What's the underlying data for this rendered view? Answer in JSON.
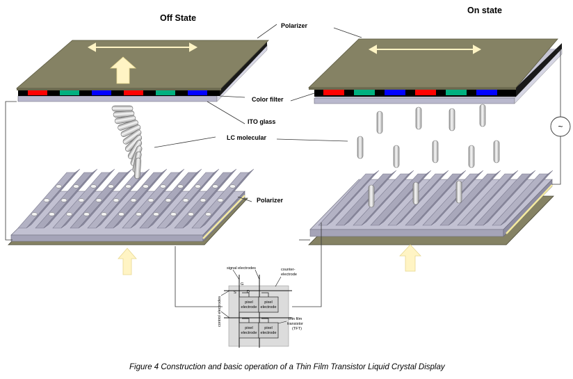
{
  "labels": {
    "off_state": "Off State",
    "on_state": "On state",
    "polarizer_top": "Polarizer",
    "color_filter": "Color filter",
    "ito_glass": "ITO glass",
    "lc_molecular": "LC molecular",
    "polarizer_bottom": "Polarizer",
    "ac_source": "~"
  },
  "tft_detail": {
    "signal_electrodes": "signal electrodes",
    "counter_line1": "counter-",
    "counter_line2": "electrode",
    "control_electrodes": "control electrodes",
    "tft_line1": "thin film",
    "tft_line2": "transistor",
    "tft_line3": "(TFT)",
    "pixel_line1": "pixel",
    "pixel_line2": "electrode",
    "gate": "G",
    "source": "S",
    "drain": "D"
  },
  "caption": "Figure 4   Construction and basic operation of a Thin Film Transistor Liquid Crystal Display",
  "colors": {
    "polarizer": "#858264",
    "filter_red": "#ff0000",
    "filter_green": "#00b080",
    "filter_blue": "#0000ff",
    "arrow": "#fff4c4",
    "glass": "#b7b6c8"
  }
}
